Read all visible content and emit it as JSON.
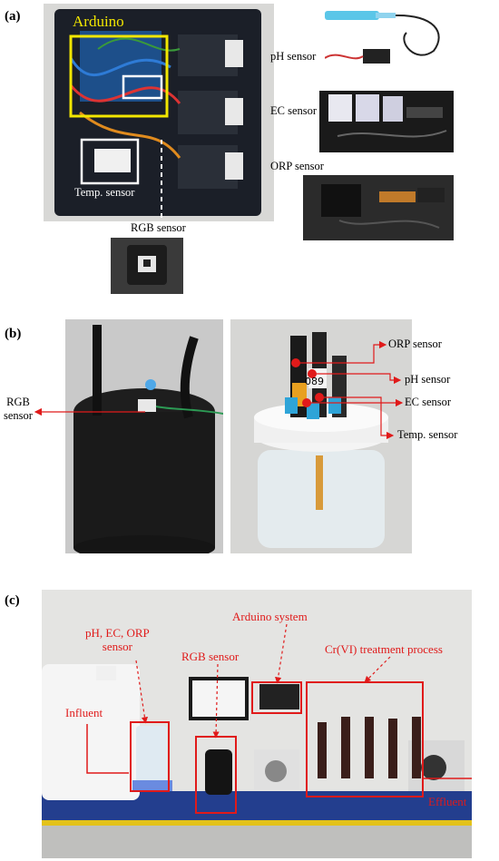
{
  "panels": {
    "a": {
      "label": "(a)",
      "arduino_label": "Arduino",
      "sensors": {
        "ph": "pH sensor",
        "ec": "EC sensor",
        "orp": "ORP sensor",
        "temp": "Temp. sensor",
        "rgb": "RGB sensor"
      },
      "colors": {
        "arduino_box": "#f2e600",
        "highlight_box": "#ffffff",
        "enclosure": "#1b1f28"
      }
    },
    "b": {
      "label": "(b)",
      "rgb_label_line1": "RGB",
      "rgb_label_line2": "sensor",
      "sensors": {
        "orp": "ORP sensor",
        "ph": "pH sensor",
        "ec": "EC sensor",
        "temp": "Temp. sensor"
      },
      "probe_text": "089",
      "colors": {
        "arrow": "#e01a1a",
        "dot": "#e01a1a"
      }
    },
    "c": {
      "label": "(c)",
      "labels": {
        "multi_sensor_line1": "pH, EC, ORP",
        "multi_sensor_line2": "sensor",
        "arduino": "Arduino system",
        "rgb": "RGB sensor",
        "cr_process": "Cr(VI) treatment process",
        "influent": "Influent",
        "effluent": "Effluent"
      },
      "colors": {
        "annotation": "#e01a1a"
      }
    }
  }
}
